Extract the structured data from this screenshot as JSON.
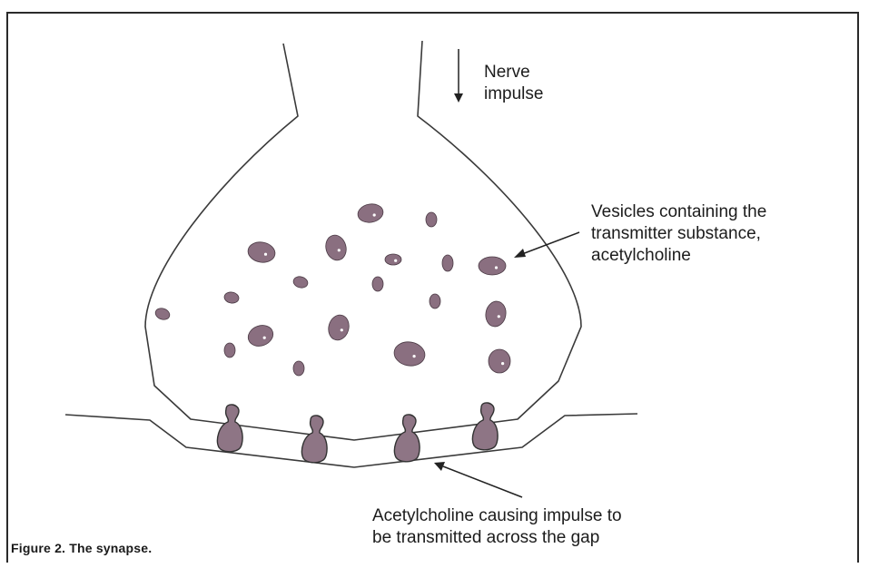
{
  "labels": {
    "nerve_impulse": [
      "Nerve",
      "impulse"
    ],
    "vesicles": [
      "Vesicles containing the",
      "transmitter substance,",
      "acetylcholine"
    ],
    "acetylcholine_gap": [
      "Acetylcholine causing impulse to",
      "be transmitted across the gap"
    ]
  },
  "caption": "Figure 2. The synapse.",
  "colors": {
    "vesicle_fill": "#8a6f80",
    "receptor_fill": "#8e7585",
    "line": "#333333"
  }
}
